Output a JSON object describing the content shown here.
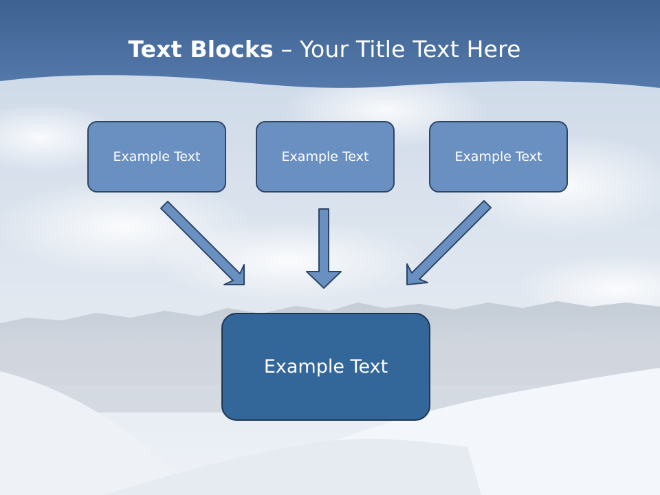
{
  "title": {
    "bold": "Text Blocks",
    "dash": " – ",
    "rest": "Your Title Text Here"
  },
  "blocks": {
    "top": [
      "Example Text",
      "Example Text",
      "Example Text"
    ],
    "center": "Example Text"
  },
  "colors": {
    "header_band": "#4a6e9f",
    "box_small_fill": "#6a8fc1",
    "box_center_fill": "#336699",
    "arrow_fill": "#6a8fc1",
    "outline": "#2c4766"
  }
}
